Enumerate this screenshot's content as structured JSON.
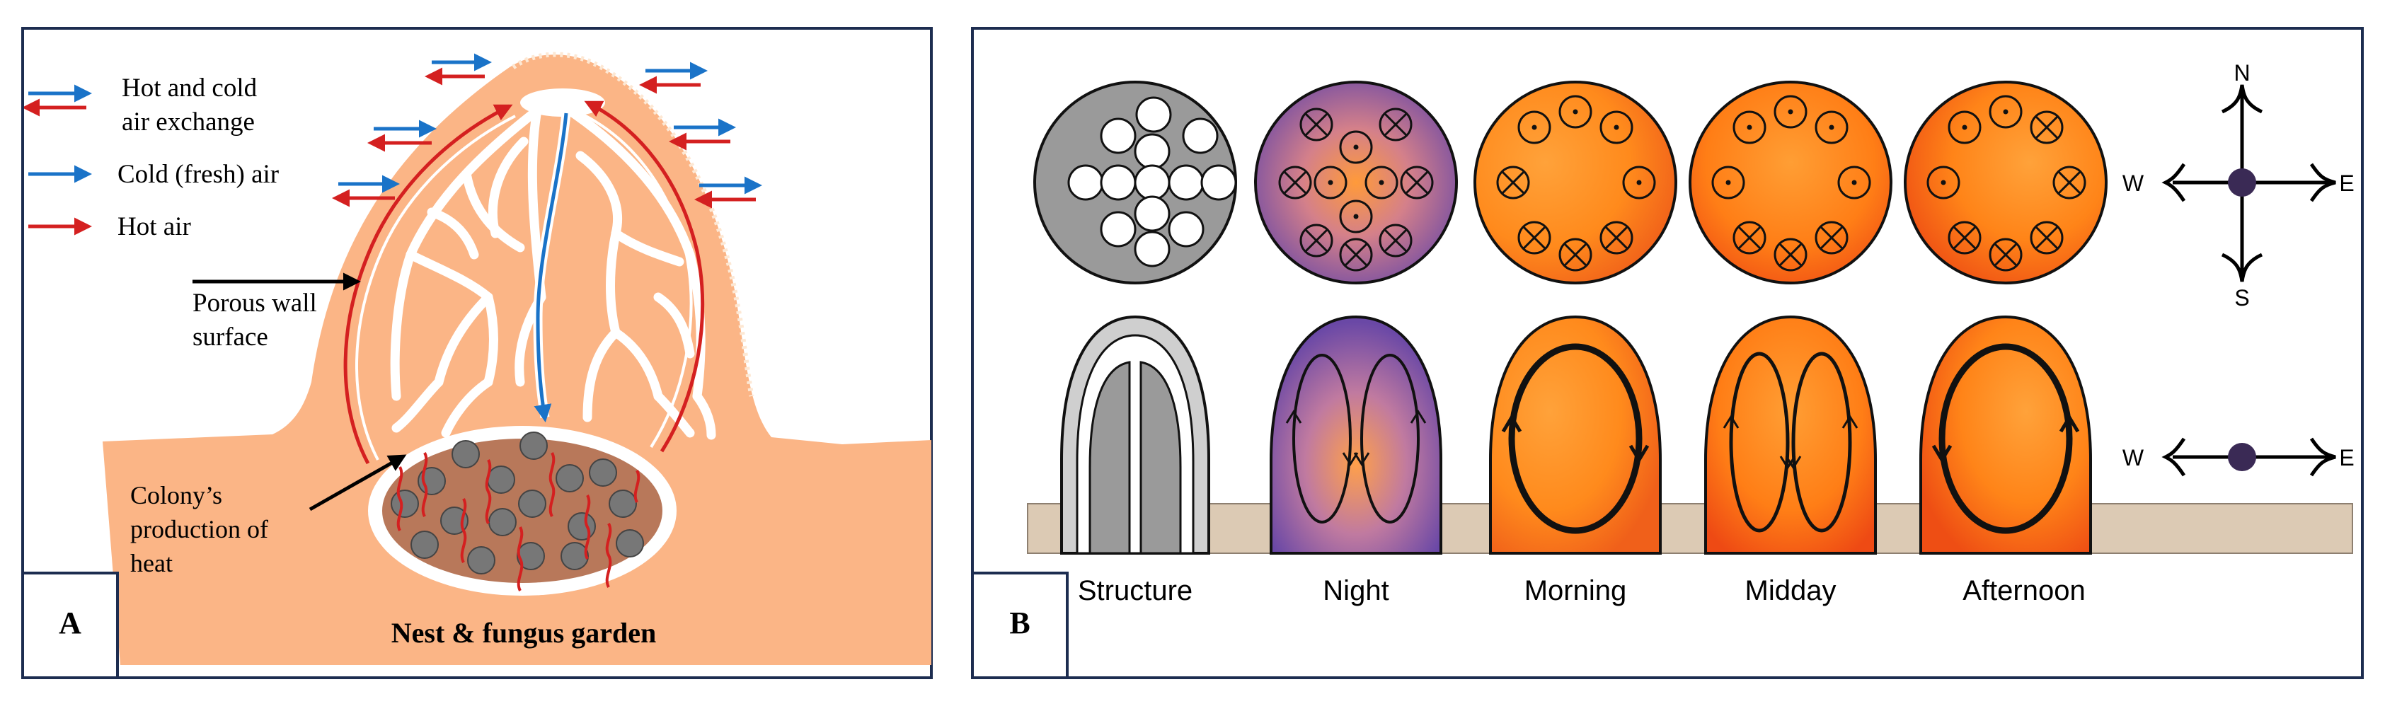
{
  "panel_a": {
    "label": "A",
    "legend": {
      "exchange_line1": "Hot and cold",
      "exchange_line2": "air exchange",
      "cold": "Cold (fresh) air",
      "hot": "Hot air"
    },
    "porous_line1": "Porous wall",
    "porous_line2": "surface",
    "colony_line1": "Colony’s",
    "colony_line2": "production of",
    "colony_line3": "heat",
    "nest": "Nest & fungus garden",
    "colors": {
      "soil": "#fbb586",
      "nest": "#b8785a",
      "cold_arrow": "#1a73c8",
      "hot_arrow": "#d42020"
    }
  },
  "panel_b": {
    "label": "B",
    "columns": [
      "Structure",
      "Night",
      "Morning",
      "Midday",
      "Afternoon"
    ],
    "compass": {
      "n": "N",
      "s": "S",
      "w": "W",
      "e": "E"
    },
    "compass2": {
      "w": "W",
      "e": "E"
    },
    "colors": {
      "hot": "#ff8010",
      "cool": "#6f4aa8",
      "structure": "#9a9a9a",
      "ground": "#dccab4"
    }
  }
}
